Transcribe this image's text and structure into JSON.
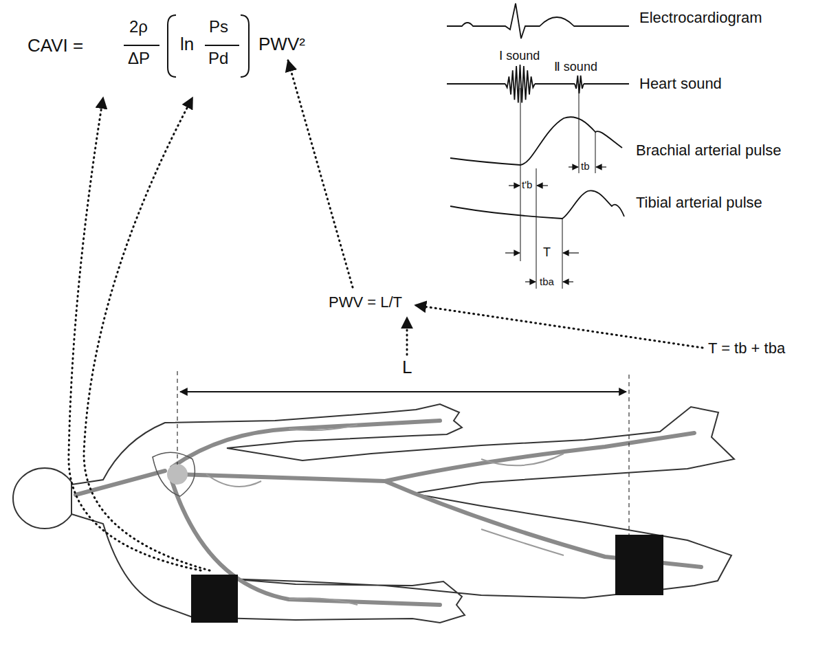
{
  "diagram": {
    "labels": [
      "CAVI =",
      "2ρ",
      "ΔP",
      "ln",
      "Ps",
      "Pd",
      "PWV²",
      "Electrocardiogram",
      "Ⅰ sound",
      "Ⅱ sound",
      "Heart sound",
      "Brachial arterial pulse",
      "tb",
      "t'b",
      "Tibial arterial pulse",
      "T",
      "tba",
      "PWV = L/T",
      "T = tb + tba",
      "L"
    ]
  }
}
